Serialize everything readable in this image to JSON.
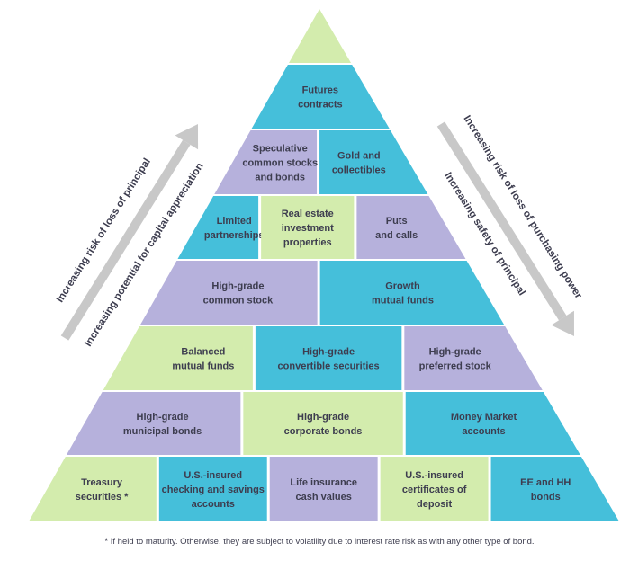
{
  "colors": {
    "green": "#d3ecad",
    "blue": "#45bfda",
    "purple": "#b6b1dc",
    "arrow": "#c8c8c8",
    "text": "#3d3d4f"
  },
  "rows": [
    {
      "cells": [
        {
          "lines": [],
          "color": "green",
          "name": "apex"
        }
      ]
    },
    {
      "cells": [
        {
          "lines": [
            "Futures",
            "contracts"
          ],
          "color": "blue",
          "name": "futures-contracts"
        }
      ]
    },
    {
      "cells": [
        {
          "lines": [
            "Speculative",
            "common stocks",
            "and bonds"
          ],
          "color": "purple",
          "name": "speculative-common-stocks-and-bonds"
        },
        {
          "lines": [
            "Gold and",
            "collectibles"
          ],
          "color": "blue",
          "name": "gold-and-collectibles"
        }
      ]
    },
    {
      "cells": [
        {
          "lines": [
            "Limited",
            "partnerships"
          ],
          "color": "blue",
          "name": "limited-partnerships"
        },
        {
          "lines": [
            "Real estate",
            "investment",
            "properties"
          ],
          "color": "green",
          "name": "real-estate-investment-properties"
        },
        {
          "lines": [
            "Puts",
            "and calls"
          ],
          "color": "purple",
          "name": "puts-and-calls"
        }
      ]
    },
    {
      "cells": [
        {
          "lines": [
            "High-grade",
            "common stock"
          ],
          "color": "purple",
          "name": "high-grade-common-stock"
        },
        {
          "lines": [
            "Growth",
            "mutual funds"
          ],
          "color": "blue",
          "name": "growth-mutual-funds"
        }
      ]
    },
    {
      "cells": [
        {
          "lines": [
            "Balanced",
            "mutual funds"
          ],
          "color": "green",
          "name": "balanced-mutual-funds"
        },
        {
          "lines": [
            "High-grade",
            "convertible securities"
          ],
          "color": "blue",
          "name": "high-grade-convertible-securities"
        },
        {
          "lines": [
            "High-grade",
            "preferred stock"
          ],
          "color": "purple",
          "name": "high-grade-preferred-stock"
        }
      ]
    },
    {
      "cells": [
        {
          "lines": [
            "High-grade",
            "municipal bonds"
          ],
          "color": "purple",
          "name": "high-grade-municipal-bonds"
        },
        {
          "lines": [
            "High-grade",
            "corporate bonds"
          ],
          "color": "green",
          "name": "high-grade-corporate-bonds"
        },
        {
          "lines": [
            "Money Market",
            "accounts"
          ],
          "color": "blue",
          "name": "money-market-accounts"
        }
      ]
    },
    {
      "cells": [
        {
          "lines": [
            "Treasury",
            "securities *"
          ],
          "color": "green",
          "name": "treasury-securities"
        },
        {
          "lines": [
            "U.S.-insured",
            "checking and savings",
            "accounts"
          ],
          "color": "blue",
          "name": "us-insured-checking-and-savings-accounts"
        },
        {
          "lines": [
            "Life insurance",
            "cash values"
          ],
          "color": "purple",
          "name": "life-insurance-cash-values"
        },
        {
          "lines": [
            "U.S.-insured",
            "certificates of",
            "deposit"
          ],
          "color": "green",
          "name": "us-insured-certificates-of-deposit"
        },
        {
          "lines": [
            "EE and HH",
            "bonds"
          ],
          "color": "blue",
          "name": "ee-and-hh-bonds"
        }
      ]
    }
  ],
  "left_arrow": {
    "labels": [
      "Increasing risk of loss of principal",
      "Increasing potential for capital appreciation"
    ]
  },
  "right_arrow": {
    "labels": [
      "Increasing risk of loss of purchasing power",
      "Increasing safety of principal"
    ]
  },
  "footnote": "* If held to maturity. Otherwise, they are subject to volatility due to interest rate risk as with any other type of bond."
}
